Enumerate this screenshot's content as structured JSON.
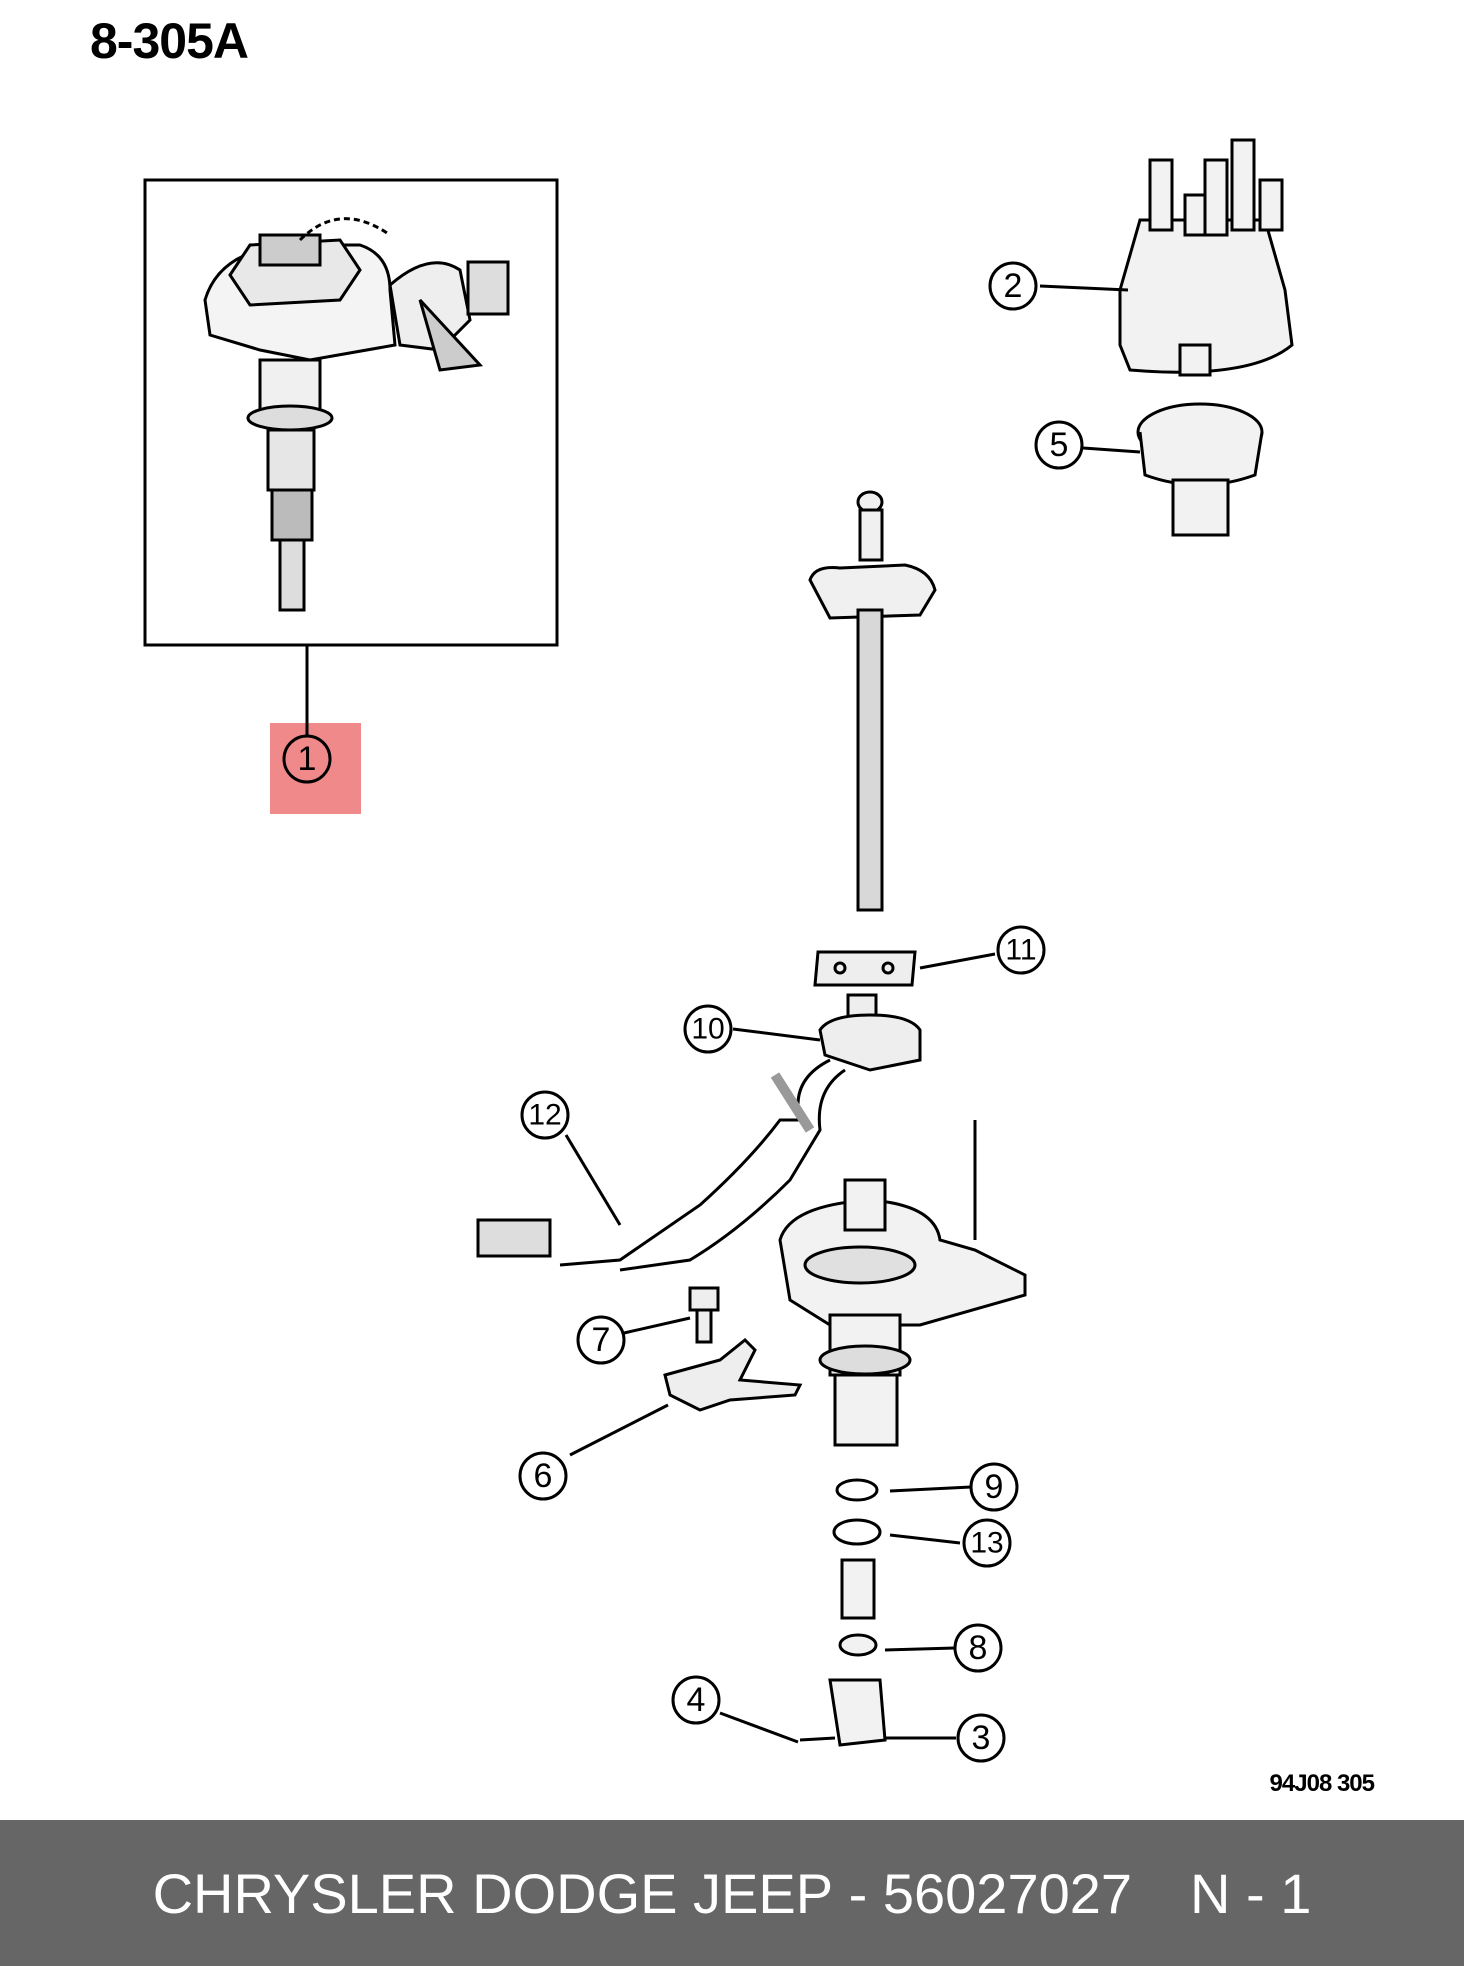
{
  "diagram": {
    "title": "8-305A",
    "figure_code": "94J08  305",
    "highlight_color": "#f08a8a",
    "highlighted_callout": "1",
    "callouts": [
      {
        "id": "1",
        "label": "1"
      },
      {
        "id": "2",
        "label": "2"
      },
      {
        "id": "3",
        "label": "3"
      },
      {
        "id": "4",
        "label": "4"
      },
      {
        "id": "5",
        "label": "5"
      },
      {
        "id": "6",
        "label": "6"
      },
      {
        "id": "7",
        "label": "7"
      },
      {
        "id": "8",
        "label": "8"
      },
      {
        "id": "9",
        "label": "9"
      },
      {
        "id": "10",
        "label": "10"
      },
      {
        "id": "11",
        "label": "11"
      },
      {
        "id": "12",
        "label": "12"
      },
      {
        "id": "13",
        "label": "13"
      }
    ]
  },
  "footer": {
    "brand": "CHRYSLER DODGE JEEP",
    "separator": "-",
    "part_number": "56027027",
    "position": "N - 1",
    "background": "#666666"
  }
}
